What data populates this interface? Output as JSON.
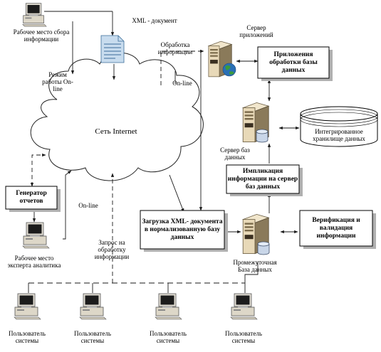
{
  "labels": {
    "workplace_collect": "Рабочее место сбора информации",
    "xml_document": "XML - документ",
    "work_modes": "Режим работы On-line",
    "processing": "Обработка информации",
    "app_server": "Сервер приложений",
    "db_apps": "Приложения обработки базы данных",
    "online_cloud_right": "On-line",
    "internet": "Сеть Internet",
    "integrated_storage": "Интегрированное хранилище данных",
    "db_server": "Сервер баз данных",
    "implication": "Импликация информации на сервер баз данных",
    "report_generator": "Генератор отчетов",
    "online_left": "On-line",
    "upload_xml": "Загрузка XML- документа в нормализованную базу данных",
    "verification": "Верификация и валидация информации",
    "request": "Запрос на обработку информации",
    "intermediate_db": "Промежуточная База данных",
    "analyst_workplace": "Рабочее место эксперта аналитика",
    "users": [
      "Пользователь системы",
      "Пользователь системы",
      "Пользователь системы",
      "Пользователь системы"
    ]
  },
  "colors": {
    "line": "#1a1a1a",
    "box_border": "#000000",
    "shadow": "#b0b0b0",
    "server_body": "#e8d9b8",
    "server_dark": "#8a7a5a",
    "monitor_screen": "#1c1c1c",
    "document": "#c8dcee",
    "document_lines": "#3b6d99",
    "globe": "#2a6fb5",
    "globe_land": "#3c9a3c",
    "db_cylinder": "#c9d6e8"
  },
  "icons": {
    "workstation": "desktop-computer-icon",
    "server": "server-tower-icon",
    "document": "xml-document-icon",
    "globe": "globe-icon",
    "database": "database-cylinder-icon",
    "storage": "storage-drum-icon"
  }
}
